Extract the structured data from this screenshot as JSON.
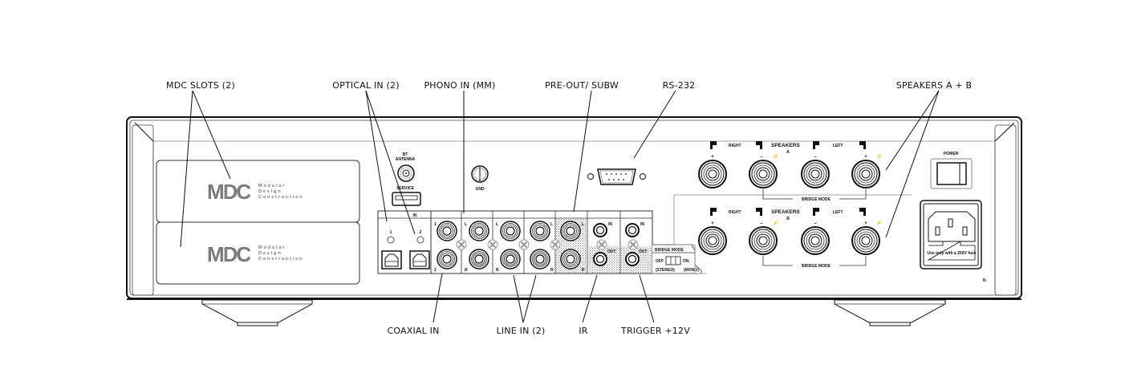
{
  "callouts": {
    "top": [
      {
        "id": "mdc-slots",
        "label": "MDC SLOTS (2)"
      },
      {
        "id": "optical-in",
        "label": "OPTICAL IN (2)"
      },
      {
        "id": "phono-in",
        "label": "PHONO IN (MM)"
      },
      {
        "id": "pre-out",
        "label": "PRE-OUT/ SUBW"
      },
      {
        "id": "rs232",
        "label": "RS-232"
      },
      {
        "id": "speakers",
        "label": "SPEAKERS A + B"
      }
    ],
    "bottom": [
      {
        "id": "coaxial-in",
        "label": "COAXIAL IN"
      },
      {
        "id": "line-in",
        "label": "LINE IN (2)"
      },
      {
        "id": "ir",
        "label": "IR"
      },
      {
        "id": "trigger",
        "label": "TRIGGER +12V"
      }
    ]
  },
  "mdc_slots": [
    {
      "logo": "MDC",
      "line1": "Modular",
      "line2": "Design",
      "line3": "Construction"
    },
    {
      "logo": "MDC",
      "line1": "Modular",
      "line2": "Design",
      "line3": "Construction"
    }
  ],
  "panel_labels": {
    "bt_antenna_1": "BT",
    "bt_antenna_2": "ANTENNA",
    "service": "SERVICE",
    "gnd": "GND",
    "in": "IN",
    "optical_1": "1",
    "optical_2": "2",
    "coax_1": "1",
    "coax_2": "2",
    "L": "L",
    "R": "R",
    "ir_in": "IN",
    "ir_out": "OUT",
    "trig_in": "IN",
    "trig_out": "OUT",
    "bridge_mode_title": "BRIDGE MODE",
    "off": "OFF",
    "on": "ON",
    "stereo": "(STEREO)",
    "mono": "(MONO)",
    "right": "RIGHT",
    "left": "LEFT",
    "speakers": "SPEAKERS",
    "speakers_a": "A",
    "speakers_b": "B",
    "bridge_mode": "BRIDGE MODE",
    "plus": "+",
    "minus": "–",
    "power": "POWER",
    "fuse": "Use only with a 250V fuse",
    "model_mark": "N"
  }
}
